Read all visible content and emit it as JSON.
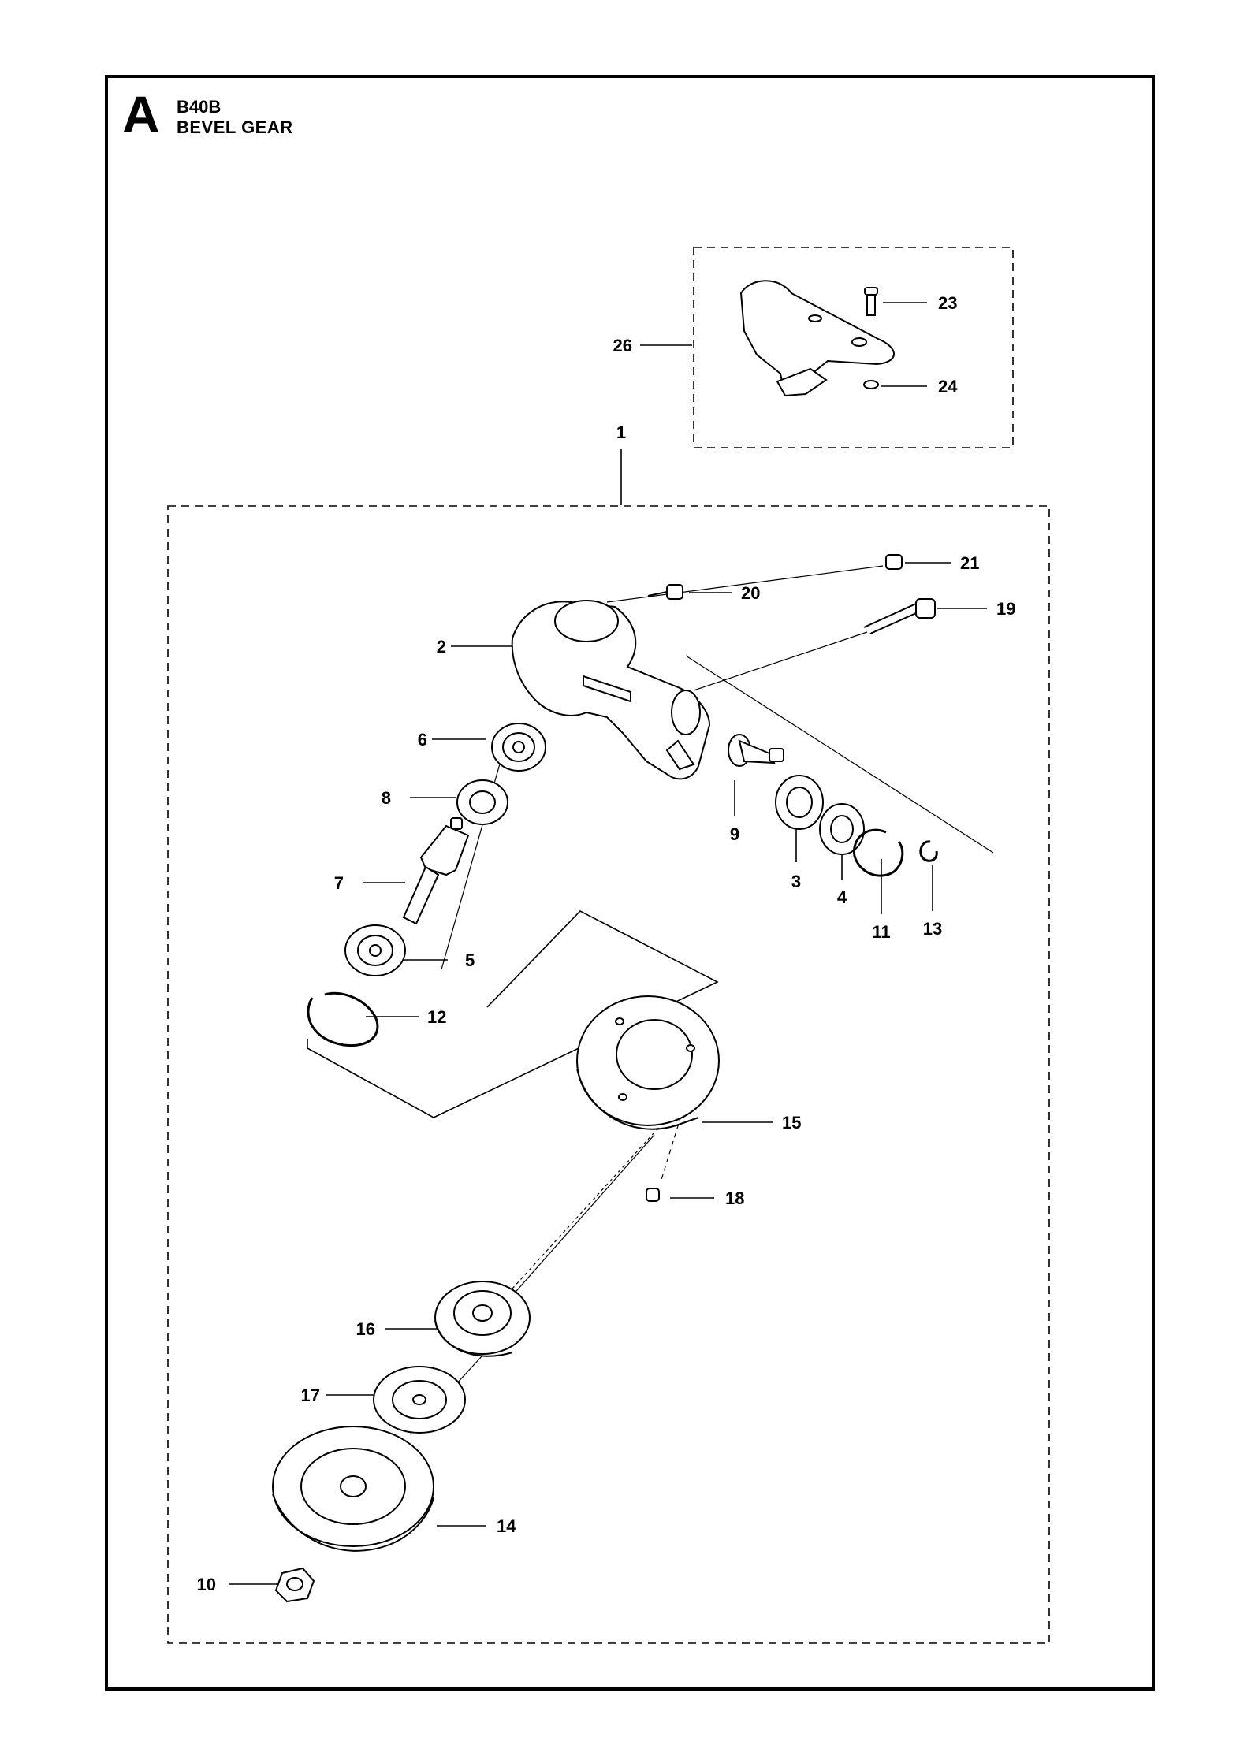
{
  "header": {
    "section_letter": "A",
    "model": "B40B",
    "title": "BEVEL GEAR"
  },
  "callouts": [
    {
      "id": "label-1",
      "text": "1"
    },
    {
      "id": "label-2",
      "text": "2"
    },
    {
      "id": "label-3",
      "text": "3"
    },
    {
      "id": "label-4",
      "text": "4"
    },
    {
      "id": "label-5",
      "text": "5"
    },
    {
      "id": "label-6",
      "text": "6"
    },
    {
      "id": "label-7",
      "text": "7"
    },
    {
      "id": "label-8",
      "text": "8"
    },
    {
      "id": "label-9",
      "text": "9"
    },
    {
      "id": "label-10",
      "text": "10"
    },
    {
      "id": "label-11",
      "text": "11"
    },
    {
      "id": "label-12",
      "text": "12"
    },
    {
      "id": "label-13",
      "text": "13"
    },
    {
      "id": "label-14",
      "text": "14"
    },
    {
      "id": "label-15",
      "text": "15"
    },
    {
      "id": "label-16",
      "text": "16"
    },
    {
      "id": "label-17",
      "text": "17"
    },
    {
      "id": "label-18",
      "text": "18"
    },
    {
      "id": "label-19",
      "text": "19"
    },
    {
      "id": "label-20",
      "text": "20"
    },
    {
      "id": "label-21",
      "text": "21"
    },
    {
      "id": "label-23",
      "text": "23"
    },
    {
      "id": "label-24",
      "text": "24"
    },
    {
      "id": "label-26",
      "text": "26"
    }
  ]
}
